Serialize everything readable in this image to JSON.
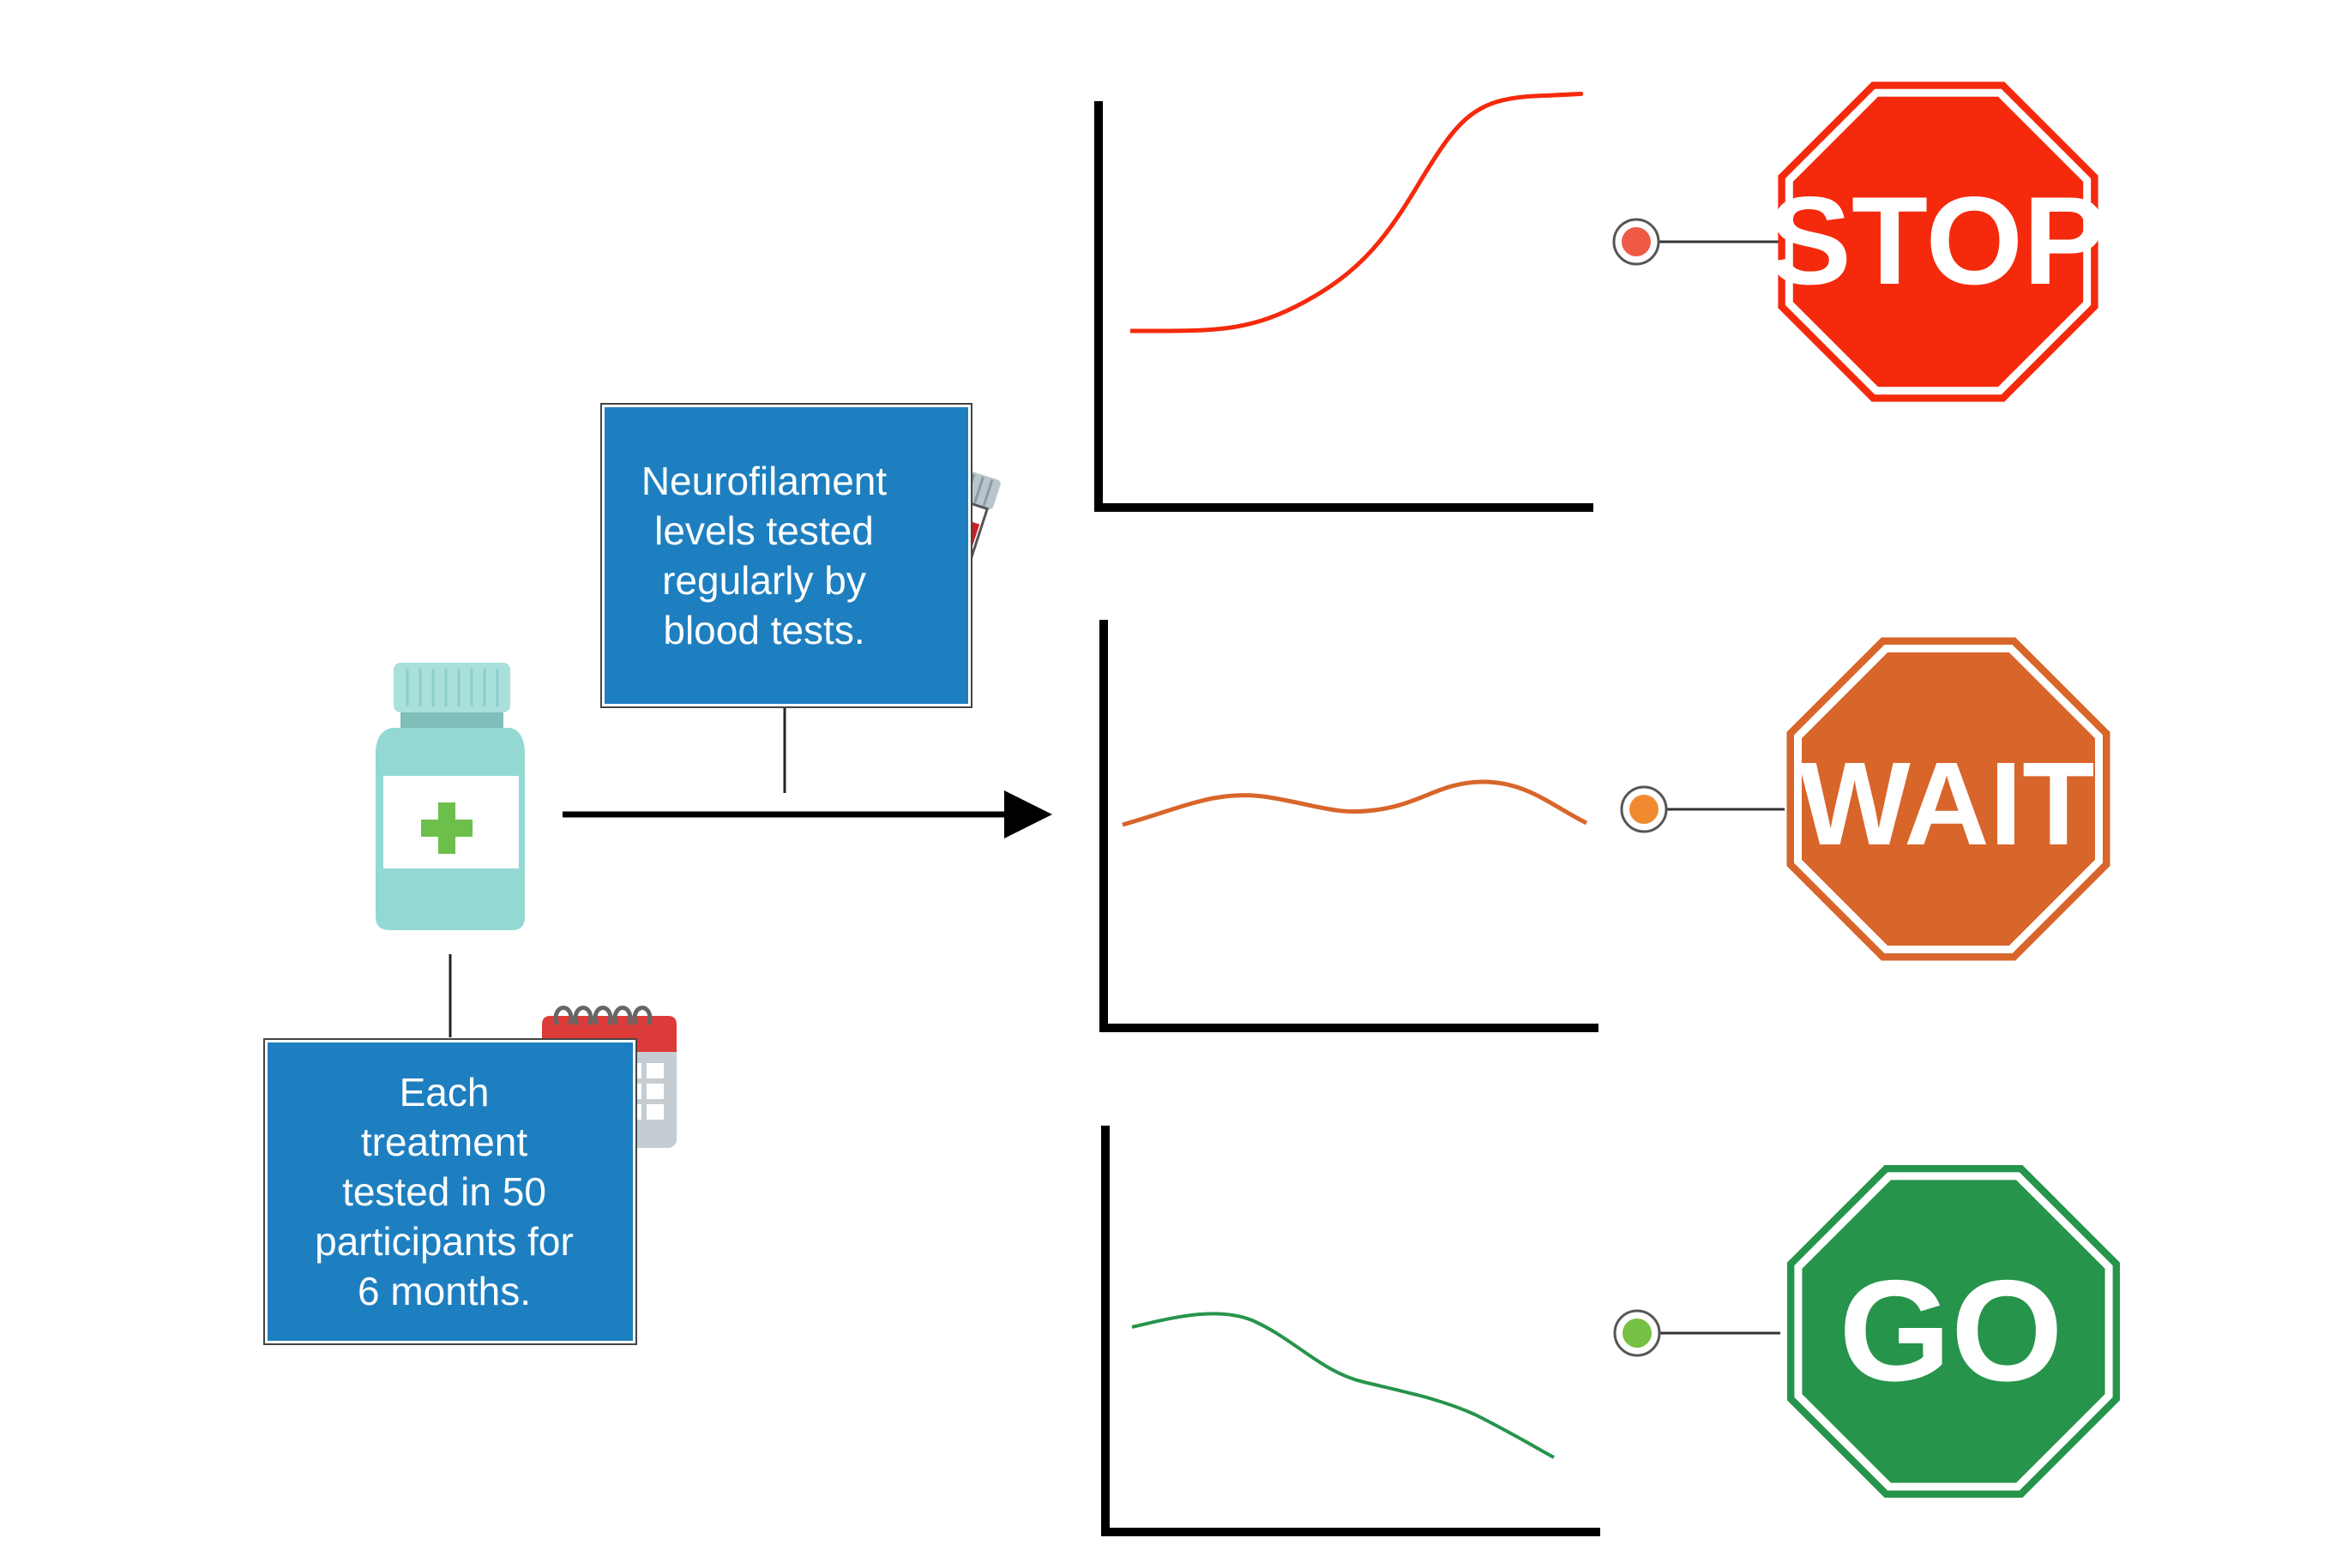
{
  "boxes": {
    "blood_test": [
      "Neurofilament",
      "levels tested",
      "regularly by",
      "blood tests."
    ],
    "treatment": [
      "Each",
      "treatment",
      "tested in 50",
      "participants for",
      "6 months."
    ]
  },
  "outcomes": [
    {
      "label": "STOP",
      "color": "#f52a0c",
      "dot_color": "#ee5a45",
      "trend": "rising"
    },
    {
      "label": "WAIT",
      "color": "#d8652a",
      "dot_color": "#f08a30",
      "trend": "flat"
    },
    {
      "label": "GO",
      "color": "#26944b",
      "dot_color": "#76c043",
      "trend": "falling"
    }
  ],
  "icons": [
    "medicine-bottle-icon",
    "blood-test-tube-icon",
    "calendar-icon"
  ],
  "colors": {
    "box_fill": "#1e7fc0",
    "bottle": "#93d8d3",
    "cross": "#6cbf4a"
  }
}
